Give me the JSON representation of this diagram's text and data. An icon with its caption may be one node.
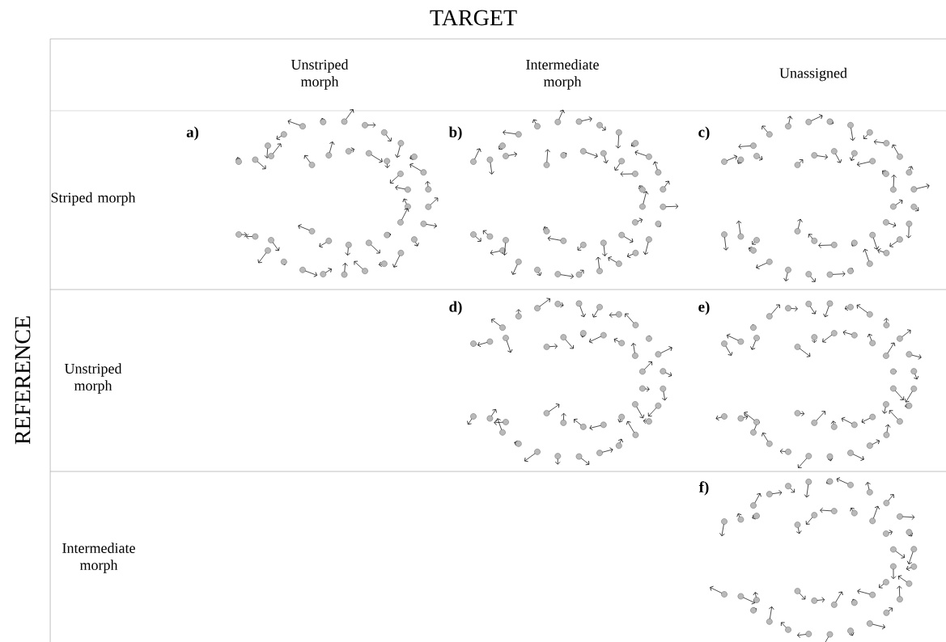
{
  "diagram": {
    "title": "TARGET",
    "labels": [
      "REFERENCE",
      "Unstriped morph",
      "Intermediate morph",
      "Unassigned",
      "Striped morph",
      "a)",
      "b)",
      "c)",
      "Unstriped morph",
      "d)",
      "e)",
      "Intermediate morph",
      "f)"
    ]
  }
}
